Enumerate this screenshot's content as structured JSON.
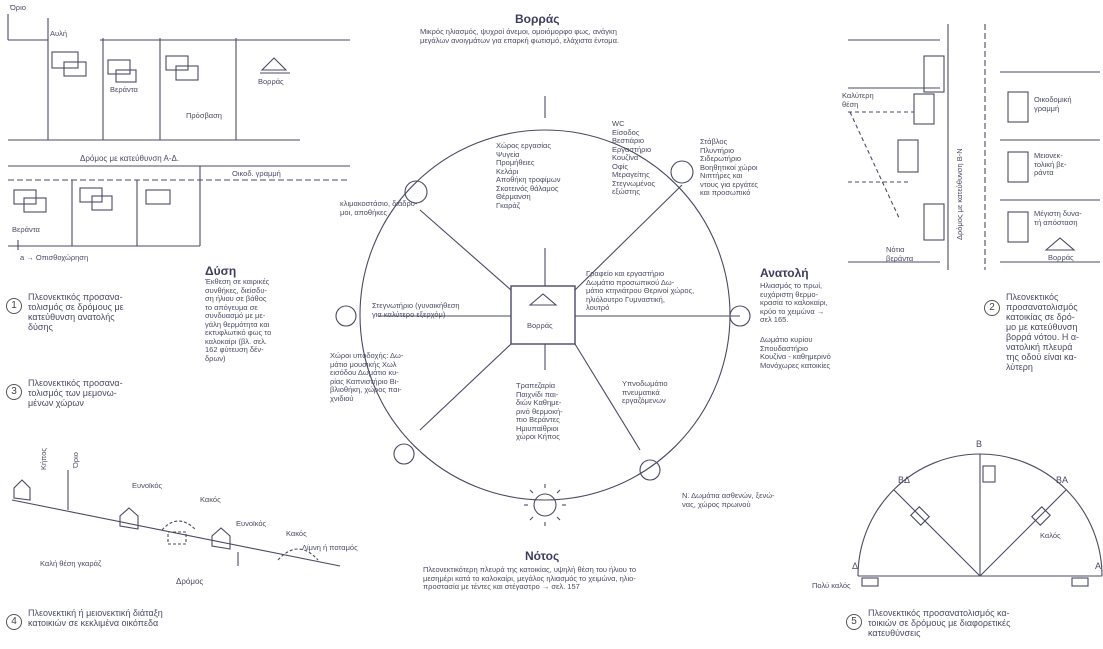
{
  "top_left": {
    "orio": "Όριο",
    "avli": "Αυλή",
    "veranta": "Βεράντα",
    "vorras": "Βορράς",
    "prosvasi": "Πρόσβαση",
    "road_label": "Δρόμος με κατεύθυνση Α-Δ.",
    "oikod_grammi": "Οικοδ. γραμμή",
    "veranta2": "Βεράντα",
    "opisthochorisi": "a → Οπισθοχώρηση",
    "caption": "Πλεονεκτικός προσανα-\nτολισμός σε δρόμους με\nκατεύθυνση    ανατολής\nδύσης",
    "num": "1"
  },
  "caption3": {
    "num": "3",
    "text": "Πλεονεκτικός προσανα-\nτολισμός των μεμονω-\nμένων χώρων"
  },
  "dysi": {
    "title": "Δύση",
    "text": "Έκθεση σε καιρικές\nσυνθήκες, διείσδυ-\nση ήλιου σε βάθος\nτο απόγευμα σε\nσυνδυασμό με με-\nγάλη θερμότητα και\nεκτυφλωτικό φως το\nκαλοκαίρι (βλ. σελ.\n162 φύτευση δέν-\nδρων)"
  },
  "vorras": {
    "title": "Βορράς",
    "text": "Μικρός ηλιασμός, ψυχροί άνεμοι, ομοιόμορφο φως, ανάγκη\nμεγάλων ανοιγμάτων για επαρκή φωτισμό, ελάχιστα έντομα."
  },
  "center": {
    "box_label": "Βορράς",
    "north_rooms": "Χώρος εργασίας\nΨυγεία\nΠρομήθειες\nΚελάρι\nΑποθήκη τροφίμων\nΣκοτεινός θάλαμος\nΘέρμανση\nΓκαράζ",
    "nne_rooms": "WC\nΕίσοδος\nΒεστιάριο\nΕργαστήριο\nΚουζίνα\nΟφίς\nΜεραγείτης\nΣτεγνωμένος\nεξώστης",
    "ne_rooms": "Στάβλος\nΠλυντήριο\nΣιδερωτήριο\nΒοηθητικοί χώροι\nΝιπτήρες και\nντους για εργάτες\nκαι προσωπικό",
    "nw_rooms": "κλιμακοστάσιο,  διάδρο-\nμοι, αποθήκες",
    "w_rooms": "Στεγνωτήριο (γυναικήθεση\nγια καλύτερο εξερχόμ)",
    "e_rooms": "Γραφείο και εργαστήριο\nΔωμάτιο προσωπικού Δω-\nμάτιο κτηνιάτρου Θερινοί χώρος,\nηλιόλουτρο    Γυμναστική,\nλουτρό",
    "sw_rooms": "Χώροι υποδοχής: Δω-\nμάτιο μουσικής Χωλ\nεισόδου Δωμάτιο κυ-\nρίας Καπνιστήριο Βι-\nβλιοθήκη, χώρος παι-\nχνιδιού",
    "s_rooms": "Τραπεζαρία\nΠαιχνίδι   παι-\nδιών Καθημε-\nρινό θερμοκή-\nπιο Βεράντες\nΗμιυπαίθριοι\nχώροι Κήπος",
    "se_rooms": "Υπνοδωμάτιο\nπνευματικά\nεργαζόμενων"
  },
  "anatoli": {
    "title": "Ανατολή",
    "text": "Ηλιασμός το πρωί,\nευχάριστη   θερμο-\nκρασία το καλοκαίρι,\nκρύο το χειμώνα →\nσελ 165.",
    "rooms": "Δωμάτιο κυρίου\nΣπουδαστήριο\nΚουζίνα - καθημερινό\nΜονόχωρες κατοικίες"
  },
  "sick_rooms": "Ν. Δωμάτια ασθενών, ξενώ-\nνας, χώρος πρωινού",
  "notos": {
    "title": "Νότος",
    "text": "Πλεονεκτικότερη πλευρά της κατοικίας, υψηλή θέση του ήλιου το\nμεσημέρι κατά το καλοκαίρι, μεγάλος ηλιασμός το χειμώνα, ηλιο-\nπροστασία με τέντες και στέγαστρο → σελ. 157"
  },
  "slope": {
    "kipos": "Κήπος",
    "orio": "Όριο",
    "eunoikos1": "Ευνοϊκός",
    "kakos1": "Κακός",
    "eunoikos2": "Ευνοϊκός",
    "kakos2": "Κακός",
    "limni": "Λίμνη ή ποταμός",
    "kali_thesi": "Καλή θέση γκαράζ",
    "dromos": "Δρόμος",
    "num": "4",
    "caption": "Πλεονεκτική ή μειονεκτική διάταξη\nκατοικιών σε κεκλιμένα οικόπεδα"
  },
  "top_right": {
    "kalyteri": "Καλύτερη\nθέση",
    "notia": "Νότια\nβεράντα",
    "road": "Δρόμος με κατεύθυνση Β-Ν",
    "oikod": "Οικοδομική\nγραμμή",
    "meionekt": "Μειονεκ-\nτολική βε-\nράντα",
    "megisti": "Μέγιστη δυνα-\nτή απόσταση",
    "vorras": "Βορράς",
    "num": "2",
    "caption": "Πλεονεκτικός\nπροσανατολισμός\nκατοικίας σε δρό-\nμο με κατεύθυνση\nβορρά νότου. Η α-\nνατολική πλευρά\nτης οδού είναι κα-\nλύτερη"
  },
  "fan": {
    "b": "Β",
    "vd": "ΒΔ",
    "va": "ΒΑ",
    "d": "Δ",
    "a": "Α",
    "kalos": "Καλός",
    "poli_kalos": "Πολύ καλός",
    "num": "5",
    "caption": "Πλεονεκτικός προσανατολισμός κα-\nτοικιών σε δρόμους με διαφορετικές\nκατευθύνσεις"
  }
}
